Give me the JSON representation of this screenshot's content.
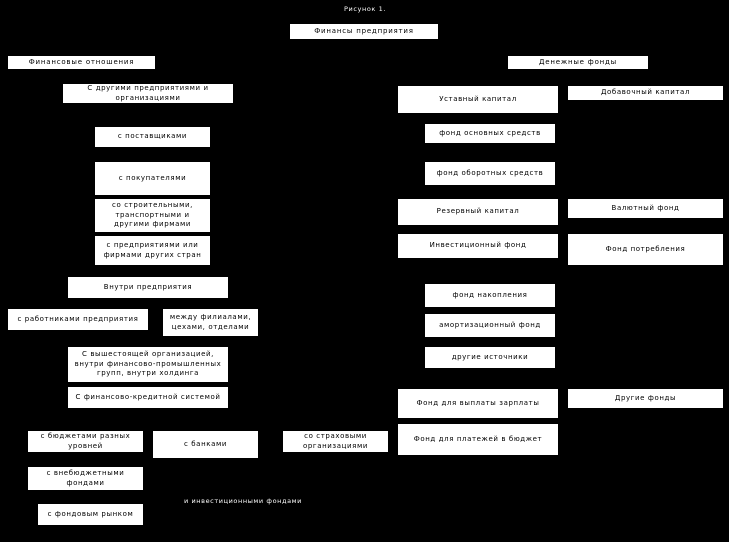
{
  "figure": {
    "caption": "Рисунок 1.",
    "title": "Финансы предприятия",
    "footnote": "и инвестиционными фондами"
  },
  "left": {
    "header": "Финансовые отношения",
    "nodes": {
      "other_enterprises": "С другими предприятиями и организациями",
      "suppliers": "с поставщиками",
      "buyers": "с покупателями",
      "construction": "со строительными, транспортными и другими фирмами",
      "foreign": "с предприятиями или фирмами других стран",
      "inside_enterprise": "Внутри предприятия",
      "employees": "с работниками предприятия",
      "branches": "между филиалами, цехами, отделами",
      "higher_org": "С вышестоящей организацией, внутри финансово-промышленных групп, внутри холдинга",
      "credit_system": "С финансово-кредитной системой",
      "budgets": "с бюджетами разных уровней",
      "banks": "с банками",
      "insurance": "со страховыми организациями",
      "extrabudgetary": "с внебюджетными фондами",
      "stock_market": "с фондовым рынком"
    }
  },
  "right": {
    "header": "Денежные фонды",
    "nodes": {
      "authorized_capital": "Уставный капитал",
      "additional_capital": "Добавочный капитал",
      "fixed_assets_fund": "фонд основных средств",
      "working_capital_fund": "фонд оборотных средств",
      "reserve_capital": "Резервный капитал",
      "currency_fund": "Валютный фонд",
      "investment_fund": "Инвестиционный фонд",
      "consumption_fund": "Фонд потребления",
      "accumulation_fund": "фонд накопления",
      "amortization_fund": "амортизационный фонд",
      "other_sources": "другие источники",
      "salary_fund": "Фонд для выплаты зарплаты",
      "other_funds": "Другие фонды",
      "budget_payments_fund": "Фонд для платежей в бюджет"
    }
  },
  "colors": {
    "background": "#000000",
    "box_fill": "#ffffff",
    "box_text": "#000000",
    "caption_text": "#ffffff"
  }
}
